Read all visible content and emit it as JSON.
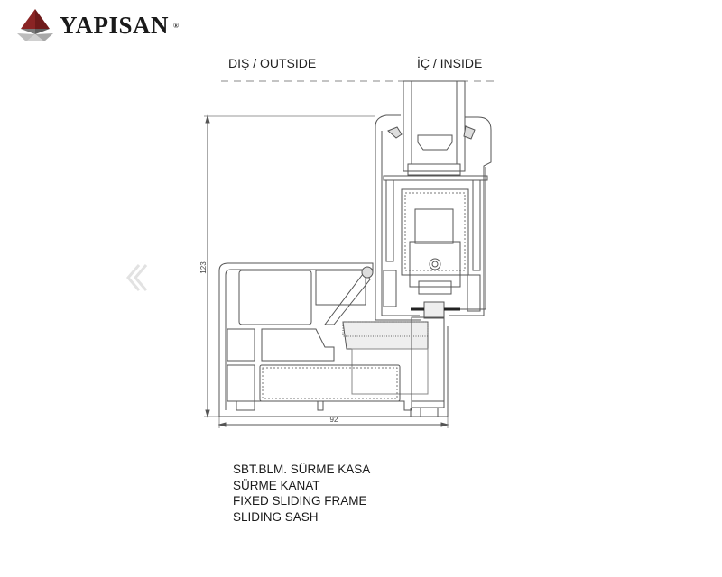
{
  "brand": {
    "name": "YAPISAN",
    "registered": "®",
    "logo_colors": [
      "#7a1f1f",
      "#6d6d6d",
      "#b5b5b5"
    ]
  },
  "labels": {
    "outside": "DIŞ / OUTSIDE",
    "inside": "İÇ / INSIDE"
  },
  "dimensions": {
    "height": "123",
    "width": "92"
  },
  "caption": [
    "SBT.BLM. SÜRME KASA",
    "SÜRME KANAT",
    "FIXED SLIDING FRAME",
    "SLIDING SASH"
  ],
  "navigation": {
    "prev_icon": "chevron-left-icon"
  }
}
